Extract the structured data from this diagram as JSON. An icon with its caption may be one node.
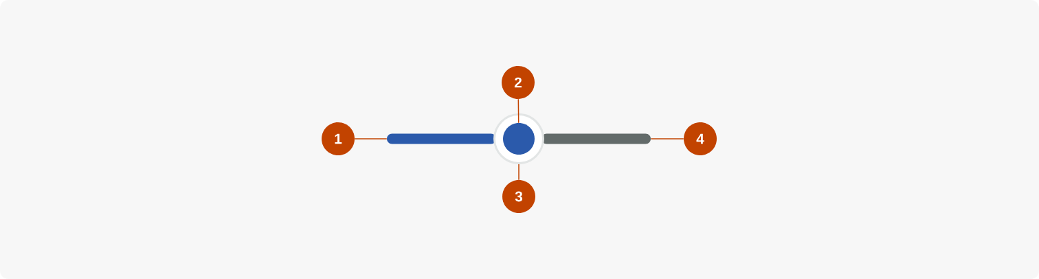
{
  "diagram": {
    "nodes": [
      {
        "text": [
          "1"
        ]
      },
      {
        "text": [
          "2"
        ]
      },
      {
        "text": [
          "3"
        ]
      },
      {
        "text": [
          "4"
        ]
      },
      {
        "text": [],
        "shape": "bar"
      },
      {
        "text": [],
        "shape": "circle"
      },
      {
        "text": [],
        "shape": "circle",
        "in": 5
      },
      {
        "text": [],
        "shape": "bar"
      }
    ],
    "edges": [
      {
        "from": 0,
        "to": 4,
        "arrow": "none"
      },
      {
        "from": 1,
        "to": 6,
        "arrow": "none"
      },
      {
        "from": 2,
        "to": 5,
        "arrow": "none"
      },
      {
        "from": 3,
        "to": 7,
        "arrow": "none"
      }
    ]
  }
}
